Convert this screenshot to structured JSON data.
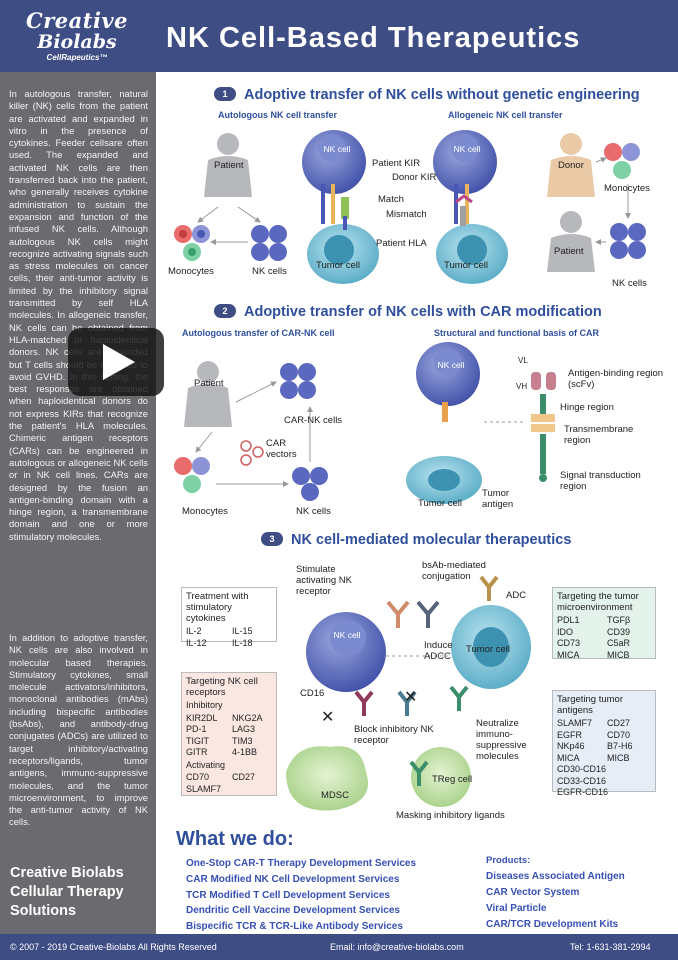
{
  "logo": {
    "line1": "Creative",
    "line2": "Biolabs",
    "line3": "CellRapeutics™"
  },
  "title": "NK Cell-Based Therapeutics",
  "sidebar": {
    "intro1": "In autologous transfer, natural killer (NK) cells from the patient are activated and expanded in vitro in the presence of cytokines. Feeder cellsare often used. The expanded and activated NK cells are then transferred back into the patient, who generally receives cytokine administration to sustain the expansion and function of the infused NK cells. Although autologous NK cells might recognize activating signals such as stress molecules on cancer cells, their anti-tumor activity is limited by the inhibitory signal transmitted by self HLA molecules. In allogeneic transfer, NK cells can be obtained from HLA-matched or haploidentical donors. NK cells are expanded but T cells should be removed to avoid GVHD. In this setting, the best responses are obtained when haploidentical donors do not express KIRs that recognize the patient's HLA molecules. Chimeric antigen receptors (CARs) can be engineered in autologous or allogeneic NK cells or in NK cell lines. CARs are designed by the fusion an antigen-binding domain with a hinge region, a transmembrane domain and one or more stimulatory molecules.",
    "intro2": "In addition to adoptive transfer, NK cells are also involved in molecular based therapies. Stimulatory cytokines, small molecule activators/inhibitors, monoclonal antibodies (mAbs) including bispecific antibodies (bsAbs), and antibody-drug conjugates (ADCs) are utilized to target inhibitory/activating receptors/ligands, tumor antigens, immuno-suppressive molecules, and the tumor microenvironment, to improve the anti-tumor activity of NK cells.",
    "brand": [
      "Creative Biolabs",
      "Cellular Therapy",
      "Solutions"
    ]
  },
  "section1": {
    "num": "1",
    "title": "Adoptive transfer of NK cells without genetic engineering",
    "auto_title": "Autologous NK cell transfer",
    "allo_title": "Allogeneic NK cell transfer",
    "patient": "Patient",
    "monocytes": "Monocytes",
    "nk_cells": "NK cells",
    "nk_cell": "NK cell",
    "patient_kir": "Patient KIR",
    "donor_kir": "Donor KIR",
    "match": "Match",
    "mismatch": "Mismatch",
    "patient_hla": "Patient HLA",
    "tumor_cell": "Tumor cell",
    "donor": "Donor"
  },
  "section2": {
    "num": "2",
    "title": "Adoptive transfer of NK cells with CAR modification",
    "auto_title": "Autologous transfer of CAR-NK cell",
    "struct_title": "Structural and functional basis of CAR",
    "patient": "Patient",
    "car_nk": "CAR-NK cells",
    "car_vectors": "CAR vectors",
    "monocytes": "Monocytes",
    "nk_cells": "NK cells",
    "nk_cell": "NK cell",
    "tumor_cell": "Tumor cell",
    "tumor_antigen": "Tumor antigen",
    "vl": "VL",
    "vh": "VH",
    "antigen_binding": "Antigen-binding region (scFv)",
    "hinge": "Hinge region",
    "transmembrane": "Transmembrane region",
    "signal": "Signal transduction region"
  },
  "section3": {
    "num": "3",
    "title": "NK cell-mediated molecular therapeutics",
    "stimulate": "Stimulate activating NK receptor",
    "bsab": "bsAb-mediated conjugation",
    "adc": "ADC",
    "nk_cell": "NK cell",
    "tumor_cell": "Tumor cell",
    "induce_adcc": "Induce ADCC",
    "cd16": "CD16",
    "block": "Block inhibitory NK receptor",
    "neutralize": "Neutralize immuno-suppressive molecules",
    "mdsc": "MDSC",
    "treg": "TReg cell",
    "masking": "Masking inhibitory ligands",
    "cytokines_box": {
      "title": "Treatment with stimulatory cytokines",
      "items": [
        "IL-2",
        "IL-12",
        "IL-15",
        "IL-18"
      ]
    },
    "receptors_box": {
      "title": "Targeting NK cell receptors",
      "inhibitory": "Inhibitory",
      "inh_items": [
        "KIR2DL",
        "PD-1",
        "TIGIT",
        "GITR",
        "NKG2A",
        "LAG3",
        "TIM3",
        "4-1BB"
      ],
      "activating": "Activating",
      "act_items": [
        "CD70",
        "SLAMF7",
        "CD27"
      ]
    },
    "micro_box": {
      "title": "Targeting the tumor microenvironment",
      "items": [
        "PDL1",
        "IDO",
        "CD73",
        "MICA",
        "TGFβ",
        "CD39",
        "C5aR",
        "MICB"
      ]
    },
    "antigens_box": {
      "title": "Targeting tumor antigens",
      "items": [
        "SLAMF7",
        "EGFR",
        "NKp46",
        "MICA",
        "CD27",
        "CD70",
        "B7-H6",
        "MICB"
      ],
      "full": [
        "CD30-CD16",
        "CD33-CD16",
        "EGFR-CD16"
      ]
    }
  },
  "what_we_do": {
    "title": "What we do:",
    "services": [
      "One-Stop CAR-T Therapy Development Services",
      "CAR Modified NK Cell Development Services",
      "TCR Modified T Cell Development Services",
      "Dendritic Cell Vaccine Development Services",
      "Bispecific TCR & TCR-Like Antibody Services"
    ],
    "products_label": "Products:",
    "products": [
      "Diseases Associated Antigen",
      "CAR Vector System",
      "Viral Particle",
      "CAR/TCR Development Kits"
    ]
  },
  "footer": {
    "copyright": "© 2007 - 2019 Creative-Biolabs All Rights Reserved",
    "email": "Email: info@creative-biolabs.com",
    "tel": "Tel: 1-631-381-2994"
  },
  "colors": {
    "header": "#3f4d85",
    "sidebar": "#6b6b6f",
    "title_blue": "#2f4f9d",
    "nk_cell": "#4a5bb0",
    "tumor_cell": "#6fb7cf"
  }
}
